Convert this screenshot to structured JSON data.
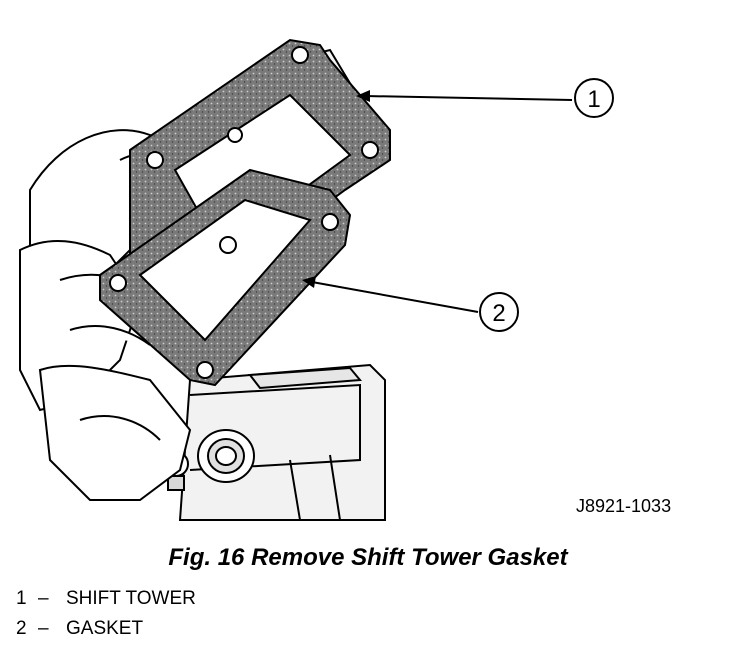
{
  "figure": {
    "id_code": "J8921-1033",
    "caption": "Fig. 16 Remove Shift Tower Gasket",
    "callouts": [
      {
        "number": "1",
        "label": "SHIFT TOWER"
      },
      {
        "number": "2",
        "label": "GASKET"
      }
    ],
    "separator": "–"
  }
}
